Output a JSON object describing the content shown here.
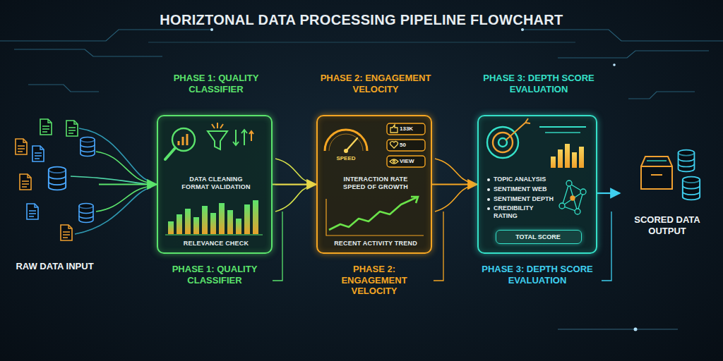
{
  "diagram": {
    "title": "HORIZTONAL DATA PROCESSING PIPELINE FLOWCHART",
    "nodes": [
      {
        "text": [
          "RAW DATA INPUT"
        ]
      },
      {
        "text": [
          "PHASE 1: QUALITY CLASSIFIER",
          "DATA CLEANING FORMAT VALIDATION",
          "RELEVANCE CHECK"
        ]
      },
      {
        "text": [
          "PHASE 2: ENGAGEMENT VELOCITY",
          "INTERACTION RATE SPEED OF GROWTH",
          "RECENT ACTIVITY TREND"
        ]
      },
      {
        "text": [
          "PHASE 3: DEPTH SCORE EVALUATION",
          "TOPIC ANALYSIS",
          "SENTIMENT WEB",
          "SENTIMENT DEPTH",
          "CREDIBILITY RATING"
        ]
      },
      {
        "text": [
          "TOTAL SCORE"
        ],
        "in": 3
      },
      {
        "text": [
          "SCORED DATA OUTPUT"
        ]
      }
    ],
    "edges": [
      {
        "from": 0,
        "to": 1,
        "arrow": "to"
      },
      {
        "from": 1,
        "to": 2,
        "arrow": "to"
      },
      {
        "from": 2,
        "to": 3,
        "arrow": "to"
      },
      {
        "from": 3,
        "to": 5,
        "arrow": "to"
      }
    ],
    "labels": [
      "SPEED",
      "133K",
      "50",
      "VIEW",
      "PHASE 1: QUALITY CLASSIFIER",
      "PHASE 2: ENGAGEMENT VELOCITY",
      "PHASE 3: DEPTH SCORE EVALUATION"
    ]
  }
}
